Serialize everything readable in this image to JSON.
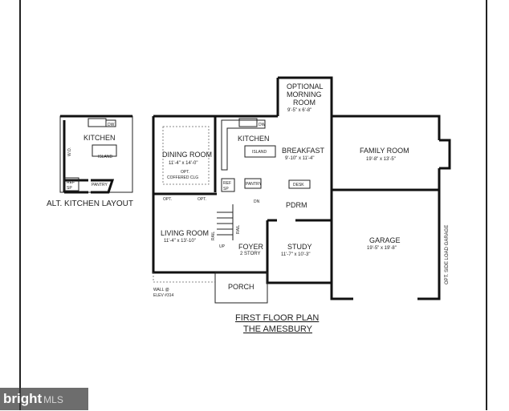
{
  "plan": {
    "title": "FIRST FLOOR PLAN",
    "subtitle": "THE AMESBURY",
    "rooms": {
      "morning": {
        "l1": "OPTIONAL",
        "l2": "MORNING",
        "l3": "ROOM",
        "dim": "9'-5\" x 6'-8\""
      },
      "dining": {
        "name": "DINING ROOM",
        "dim": "11'-4\" x 14'-0\"",
        "note1": "OPT.",
        "note2": "COFFERED CLG"
      },
      "kitchen": {
        "name": "KITCHEN",
        "island": "ISLAND",
        "dw": "DW",
        "ref": "REF",
        "sp": "SP",
        "pantry": "PANTRY"
      },
      "breakfast": {
        "name": "BREAKFAST",
        "dim": "9'-10\" x 11'-4\"",
        "desk": "DESK"
      },
      "family": {
        "name": "FAMILY ROOM",
        "dim": "19'-8\" x 13'-5\""
      },
      "living": {
        "name": "LIVING ROOM",
        "dim": "11'-4\" x 13'-10\""
      },
      "foyer": {
        "name": "FOYER",
        "dim": "2 STORY"
      },
      "study": {
        "name": "STUDY",
        "dim": "11'-7\" x 10'-3\""
      },
      "garage": {
        "name": "GARAGE",
        "dim": "19'-5\" x 19'-8\"",
        "side": "OPT. SIDE LOAD GARAGE"
      },
      "pdrm": {
        "name": "PDRM"
      },
      "porch": {
        "name": "PORCH"
      }
    },
    "labels": {
      "opt": "OPT.",
      "dn": "DN",
      "up": "UP",
      "rail": "RAIL",
      "wall1": "WALL @",
      "wall2": "ELEV #314"
    },
    "alt_kitchen": {
      "title": "ALT. KITCHEN LAYOUT",
      "kitchen": "KITCHEN",
      "island": "ISLAND",
      "dw": "DW",
      "wo": "W.O.",
      "ref": "REF",
      "sp": "SP",
      "pantry": "PANTRY"
    }
  },
  "watermark": {
    "brand": "bright",
    "suffix": "MLS"
  }
}
